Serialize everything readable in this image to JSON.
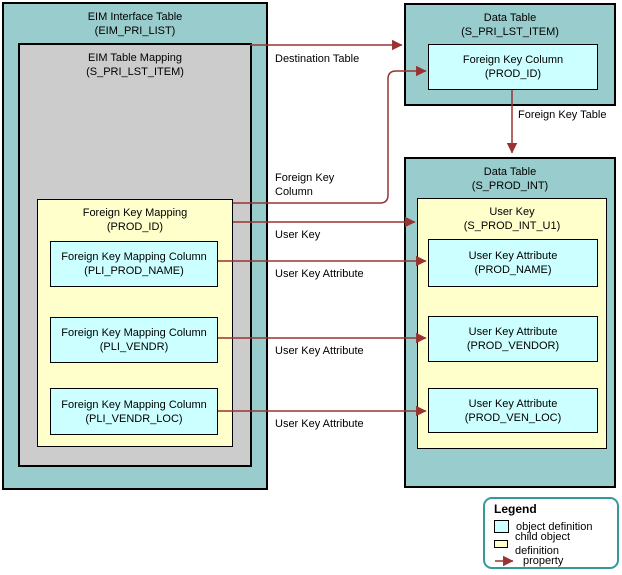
{
  "colors": {
    "object_definition_fill": "#CCFFFF",
    "child_object_fill": "#FFFFCC",
    "table_fill": "#99CCCC",
    "mapping_fill": "#CCCCCC",
    "property_arrow": "#993333",
    "legend_border": "#339999"
  },
  "diagram": {
    "eim_interface_table": {
      "title": "EIM Interface Table",
      "code": "(EIM_PRI_LIST)"
    },
    "eim_table_mapping": {
      "title": "EIM Table Mapping",
      "code": "(S_PRI_LST_ITEM)"
    },
    "foreign_key_mapping": {
      "title": "Foreign Key  Mapping",
      "code": "(PROD_ID)"
    },
    "fk_mapping_columns": [
      {
        "title": "Foreign Key Mapping Column",
        "code": "(PLI_PROD_NAME)"
      },
      {
        "title": "Foreign Key Mapping Column",
        "code": "(PLI_VENDR)"
      },
      {
        "title": "Foreign Key Mapping Column",
        "code": "(PLI_VENDR_LOC)"
      }
    ],
    "data_table_top": {
      "title": "Data Table",
      "code": "(S_PRI_LST_ITEM)"
    },
    "foreign_key_column": {
      "title": "Foreign Key Column",
      "code": "(PROD_ID)"
    },
    "data_table_bottom": {
      "title": "Data Table",
      "code": "(S_PROD_INT)"
    },
    "user_key": {
      "title": "User Key",
      "code": "(S_PROD_INT_U1)"
    },
    "user_key_attributes": [
      {
        "title": "User Key Attribute",
        "code": "(PROD_NAME)"
      },
      {
        "title": "User Key Attribute",
        "code": "(PROD_VENDOR)"
      },
      {
        "title": "User Key Attribute",
        "code": "(PROD_VEN_LOC)"
      }
    ],
    "arrow_labels": {
      "destination_table": "Destination Table",
      "foreign_key_table": "Foreign Key Table",
      "foreign_key_column_line1": "Foreign Key",
      "foreign_key_column_line2": "Column",
      "user_key": "User Key",
      "user_key_attribute_1": "User Key Attribute",
      "user_key_attribute_2": "User Key Attribute",
      "user_key_attribute_3": "User Key Attribute"
    }
  },
  "legend": {
    "title": "Legend",
    "items": [
      {
        "label": "object definition"
      },
      {
        "label": "child object definition"
      },
      {
        "label": "property"
      }
    ]
  }
}
